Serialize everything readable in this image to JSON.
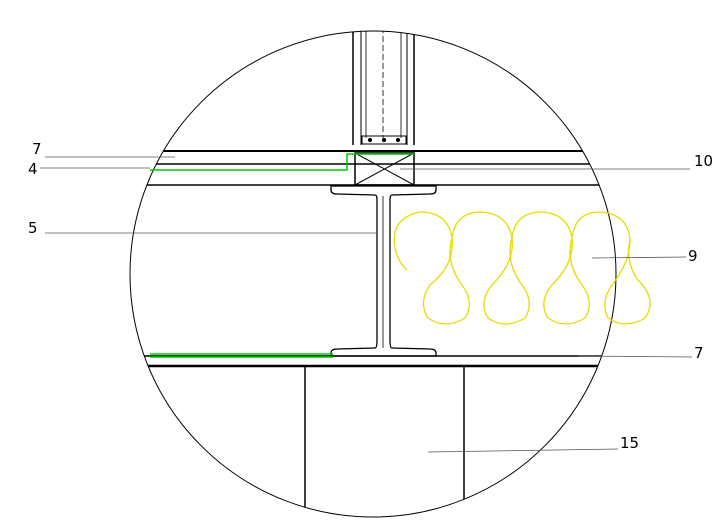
{
  "colors": {
    "line": "#000000",
    "leader": "#555555",
    "membrane": "#00cc00",
    "insulation": "#e6dc00",
    "background": "#ffffff"
  },
  "labels": {
    "l7_top": "7",
    "l4": "4",
    "l5": "5",
    "l10": "10",
    "l9": "9",
    "l7_bottom": "7",
    "l15": "15"
  }
}
